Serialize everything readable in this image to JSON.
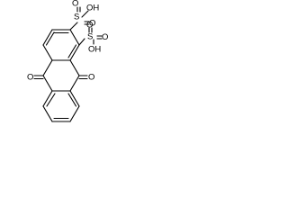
{
  "molecule": {
    "labels": {
      "sulfo_top_right_oh": "OH",
      "sulfo_top_s": "S",
      "sulfo_top_o_upper": "O",
      "sulfo_top_o_lower": "O",
      "sulfo_right_s": "S",
      "sulfo_right_oh": "OH",
      "sulfo_right_o_upper": "O",
      "sulfo_right_o_lower": "O",
      "ketone_o_left": "O",
      "ketone_o_right": "O"
    }
  }
}
